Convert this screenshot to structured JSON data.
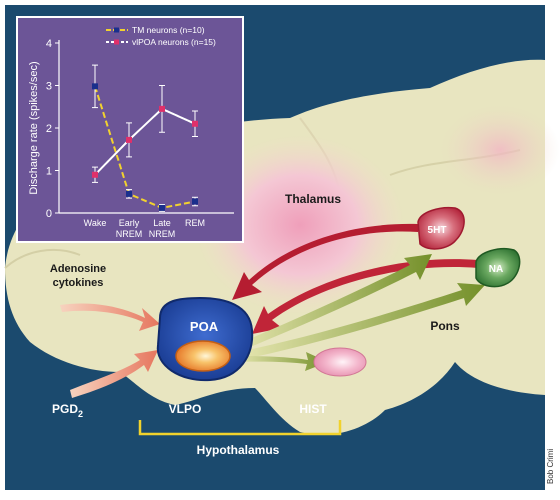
{
  "chart_data": {
    "type": "line",
    "categories": [
      "Wake",
      "Early NREM",
      "Late NREM",
      "REM"
    ],
    "series": [
      {
        "name": "TM neurons (n=10)",
        "values": [
          2.98,
          0.45,
          0.12,
          0.27
        ],
        "error": [
          0.5,
          0.1,
          0.08,
          0.1
        ],
        "color": "#1a2f8c",
        "line_color": "#f2d22e"
      },
      {
        "name": "vlPOA neurons (n=15)",
        "values": [
          0.9,
          1.72,
          2.45,
          2.1
        ],
        "error": [
          0.18,
          0.4,
          0.55,
          0.3
        ],
        "color": "#e0306a",
        "line_color": "#ffffff"
      }
    ],
    "ylabel": "Discharge rate (spikes/sec)",
    "xlabel": "",
    "ylim": [
      0,
      4
    ],
    "yticks": [
      "0",
      "1",
      "2",
      "3",
      "4"
    ],
    "grid": false,
    "legend": "top-right",
    "panel_color": "#6c5597"
  },
  "diagram": {
    "labels": {
      "thalamus": "Thalamus",
      "pons": "Pons",
      "adenosine": "Adenosine",
      "cytokines": "cytokines",
      "pgd": "PGD",
      "pgd_sub": "2",
      "vlpo": "VLPO",
      "hist": "HIST",
      "hypothalamus": "Hypothalamus",
      "credit": "Bob Crimi"
    },
    "nodes": {
      "poa": "POA",
      "sht": "5HT",
      "na": "NA"
    },
    "colors": {
      "background": "#1b4a6e",
      "brain": "#e8e5c0",
      "thalamus_glow": "#f3b8cc",
      "poa": "#1f4aa8",
      "vlpo": "#f08a2c",
      "sht": "#c5263e",
      "na": "#2f7d34",
      "hist": "#f1a4c0",
      "red_arrow": "#b51d31",
      "green_arrow": "#8aa332",
      "input_arrow": "#eb8a76",
      "bracket": "#f1d22c"
    }
  }
}
